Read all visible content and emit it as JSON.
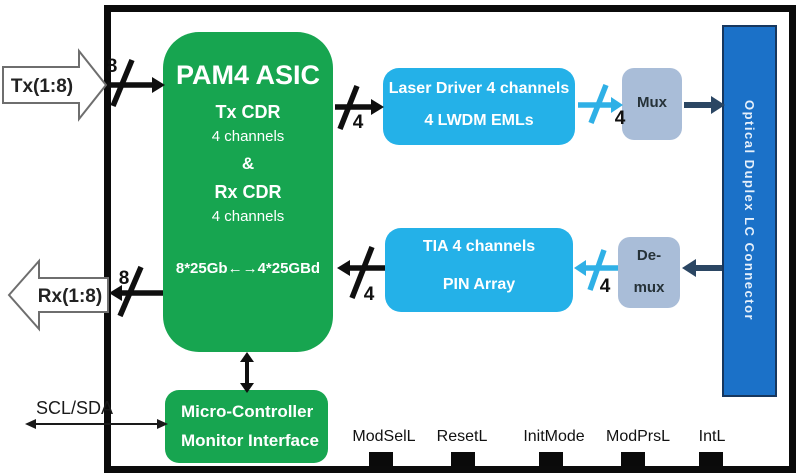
{
  "ports": {
    "tx": {
      "label": "Tx(1:8)",
      "bus": "8"
    },
    "rx": {
      "label": "Rx(1:8)",
      "bus": "8"
    },
    "i2c": {
      "label": "SCL/SDA"
    }
  },
  "buses": {
    "asic_to_laser": "4",
    "laser_to_mux": "4",
    "tia_to_asic": "4",
    "demux_to_tia": "4"
  },
  "blocks": {
    "asic": {
      "title": "PAM4 ASIC",
      "line1": "Tx CDR",
      "line2": "4 channels",
      "line3": "&",
      "line4": "Rx CDR",
      "line5": "4 channels",
      "rate": "8*25Gb←→4*25GBd"
    },
    "laser": {
      "line1": "Laser Driver 4 channels",
      "line2": "4 LWDM EMLs"
    },
    "tia": {
      "line1": "TIA 4 channels",
      "line2": "PIN Array"
    },
    "mux": {
      "label": "Mux"
    },
    "demux": {
      "line1": "De-",
      "line2": "mux"
    },
    "connector": {
      "label": "Optical Duplex LC Connector"
    },
    "mcu": {
      "line1": "Micro-Controller",
      "line2": "Monitor Interface"
    }
  },
  "pins": [
    "ModSelL",
    "ResetL",
    "InitMode",
    "ModPrsL",
    "IntL"
  ],
  "colors": {
    "asic_green": "#17a550",
    "signal_cyan": "#24b1e8",
    "mux_gray": "#a9bdd8",
    "connector_blue": "#1b71c8",
    "navy_arrow": "#2b4663",
    "black_arrow": "#0f0f0f"
  }
}
